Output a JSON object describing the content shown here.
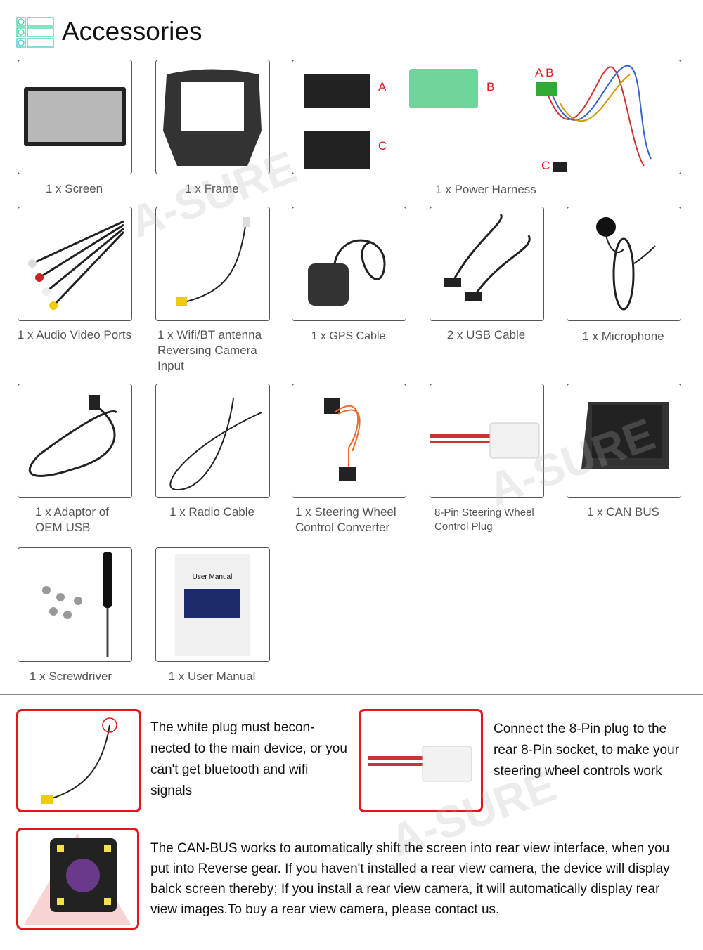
{
  "header": {
    "title": "Accessories",
    "icon": "list-icon",
    "accent": "#3dd6a0"
  },
  "items": [
    {
      "label": "1 x Screen"
    },
    {
      "label": "1 x Frame"
    },
    {
      "label": "1 x Power Harness",
      "connectors": [
        "A",
        "B",
        "C",
        "A B",
        "C"
      ]
    },
    {
      "label": "1 x Audio Video Ports"
    },
    {
      "label": "1 x Wifi/BT antenna Reversing Camera Input"
    },
    {
      "label": "1 x GPS Cable"
    },
    {
      "label": "2 x USB Cable"
    },
    {
      "label": "1 x Microphone"
    },
    {
      "label": "1 x Adaptor of OEM USB"
    },
    {
      "label": "1 x Radio Cable"
    },
    {
      "label": "1 x Steering Wheel Control Converter"
    },
    {
      "label": "8-Pin Steering Wheel Control Plug"
    },
    {
      "label": "1 x CAN BUS"
    },
    {
      "label": "1 x Screwdriver"
    },
    {
      "label": "1 x User Manual",
      "manual_title": "User Manual"
    }
  ],
  "notes": [
    {
      "text": "The white plug must becon-nected to the main device, or you can't get bluetooth and wifi signals"
    },
    {
      "text": "Connect the 8-Pin plug to the rear 8-Pin socket, to make your steering wheel controls work"
    },
    {
      "text": "The CAN-BUS works to automatically shift the screen into rear view interface, when you put into Reverse gear. If you haven't installed a rear view camera, the device will display balck screen thereby; If you install a rear view camera, it will automatically display rear view images.To buy a rear view camera, please contact us."
    }
  ],
  "watermark": "A-SURE",
  "colors": {
    "highlight": "#e8141c"
  }
}
